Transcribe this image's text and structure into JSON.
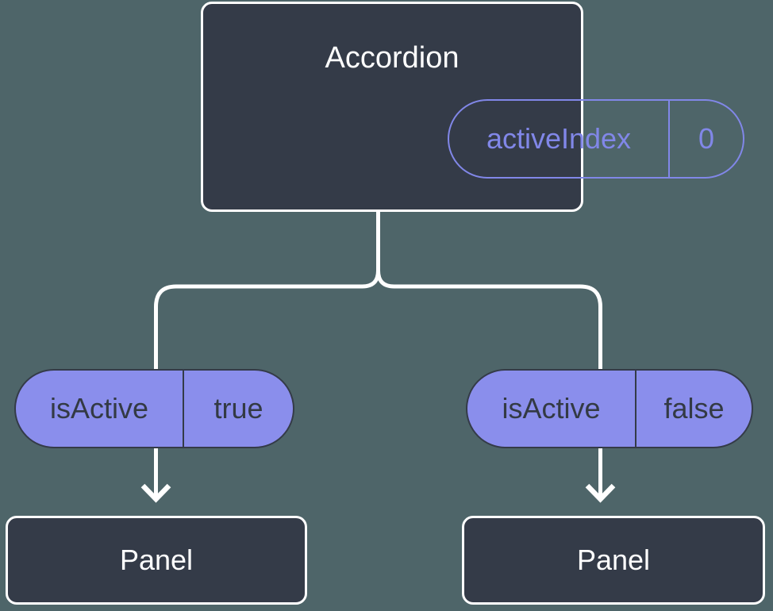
{
  "diagram": {
    "root": {
      "title": "Accordion",
      "state": {
        "name": "activeIndex",
        "value": "0"
      }
    },
    "children": [
      {
        "prop": {
          "name": "isActive",
          "value": "true"
        },
        "title": "Panel"
      },
      {
        "prop": {
          "name": "isActive",
          "value": "false"
        },
        "title": "Panel"
      }
    ]
  },
  "colors": {
    "background": "#4e6569",
    "node_fill": "#343b48",
    "node_border": "#ffffff",
    "pill_fill": "#8a8eec",
    "pill_border": "#343b48",
    "accent": "#8187e8",
    "dark_text": "#333a44",
    "light_text": "#ffffff",
    "connector": "#ffffff"
  }
}
